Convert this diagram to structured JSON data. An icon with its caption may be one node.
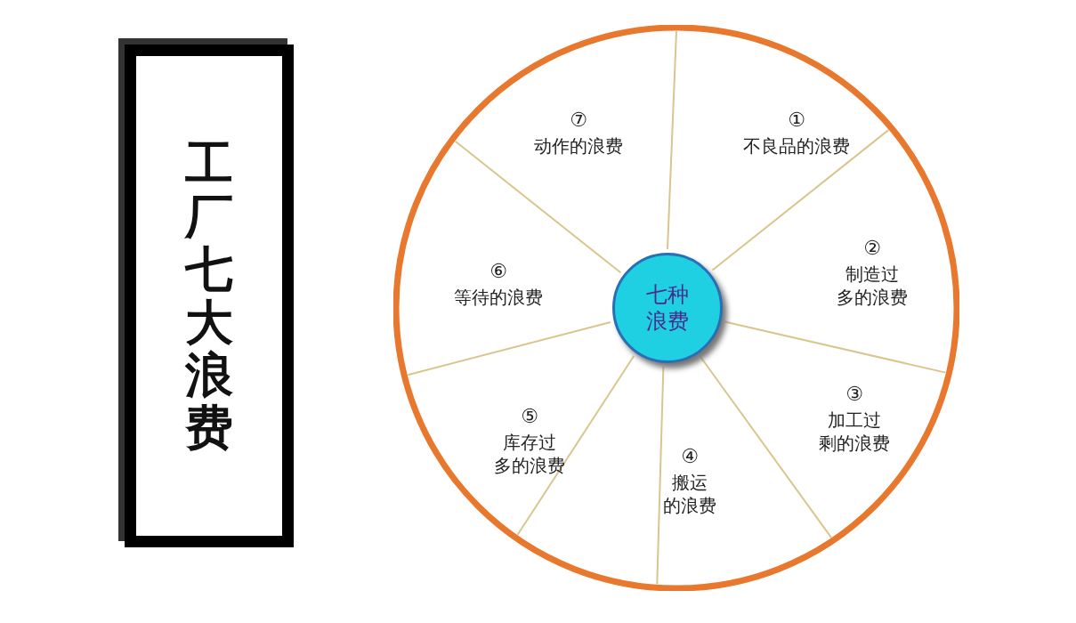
{
  "diagram": {
    "nodes": [
      {
        "text": [
          "工厂七大浪费"
        ]
      },
      {
        "text": [],
        "shape": "circle"
      },
      {
        "text": [
          "七种浪费"
        ],
        "in": 1
      },
      {
        "text": [
          "①",
          "不良品的浪费"
        ],
        "in": 1
      },
      {
        "text": [
          "②",
          "制造过多的浪费"
        ],
        "in": 1
      },
      {
        "text": [
          "③",
          "加工过剩的浪费"
        ],
        "in": 1
      },
      {
        "text": [
          "④",
          "搬运的浪费"
        ],
        "in": 1
      },
      {
        "text": [
          "⑤",
          "库存过多的浪费"
        ],
        "in": 1
      },
      {
        "text": [
          "⑥",
          "等待的浪费"
        ],
        "in": 1
      },
      {
        "text": [
          "⑦",
          "动作的浪费"
        ],
        "in": 1
      }
    ]
  }
}
